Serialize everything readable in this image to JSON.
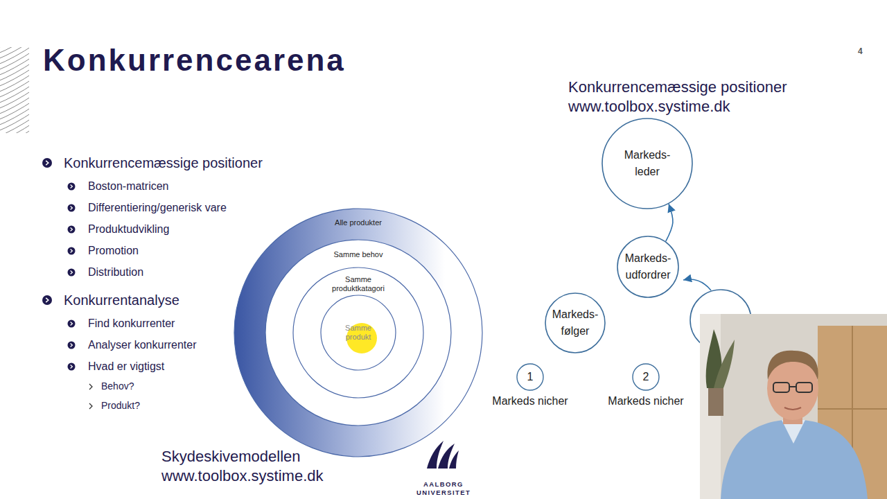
{
  "diagram": {
    "title": "Konkurrencearena",
    "nodes": [
      {
        "text": [
          "Alle produkter"
        ]
      },
      {
        "text": [
          "Samme behov"
        ],
        "in": 0
      },
      {
        "text": [
          "Samme produktkatagori"
        ],
        "in": 1
      },
      {
        "text": [
          "Samme produkt"
        ],
        "in": 2
      },
      {
        "text": [
          "Markeds- leder"
        ]
      },
      {
        "text": [
          "Markeds- udfordrer"
        ]
      },
      {
        "text": [
          "Markeds- følger"
        ]
      },
      {
        "text": [
          "1",
          "Markeds nicher"
        ]
      },
      {
        "text": [
          "2",
          "Markeds nicher"
        ]
      }
    ],
    "edges": [
      {
        "from": 5,
        "to": 4,
        "arrow": "to"
      }
    ],
    "labels": [
      "4",
      "Konkurrencemæssige positioner",
      "Boston-matricen",
      "Differentiering/generisk vare",
      "Produktudvikling",
      "Promotion",
      "Distribution",
      "Konkurrentanalyse",
      "Find konkurrenter",
      "Analyser konkurrenter",
      "Hvad er vigtigst",
      "Behov?",
      "Produkt?",
      "Konkurrencemæssige positioner www.toolbox.systime.dk",
      "Skydeskivemodellen www.toolbox.systime.dk",
      "AALBORG UNIVERSITET"
    ]
  }
}
